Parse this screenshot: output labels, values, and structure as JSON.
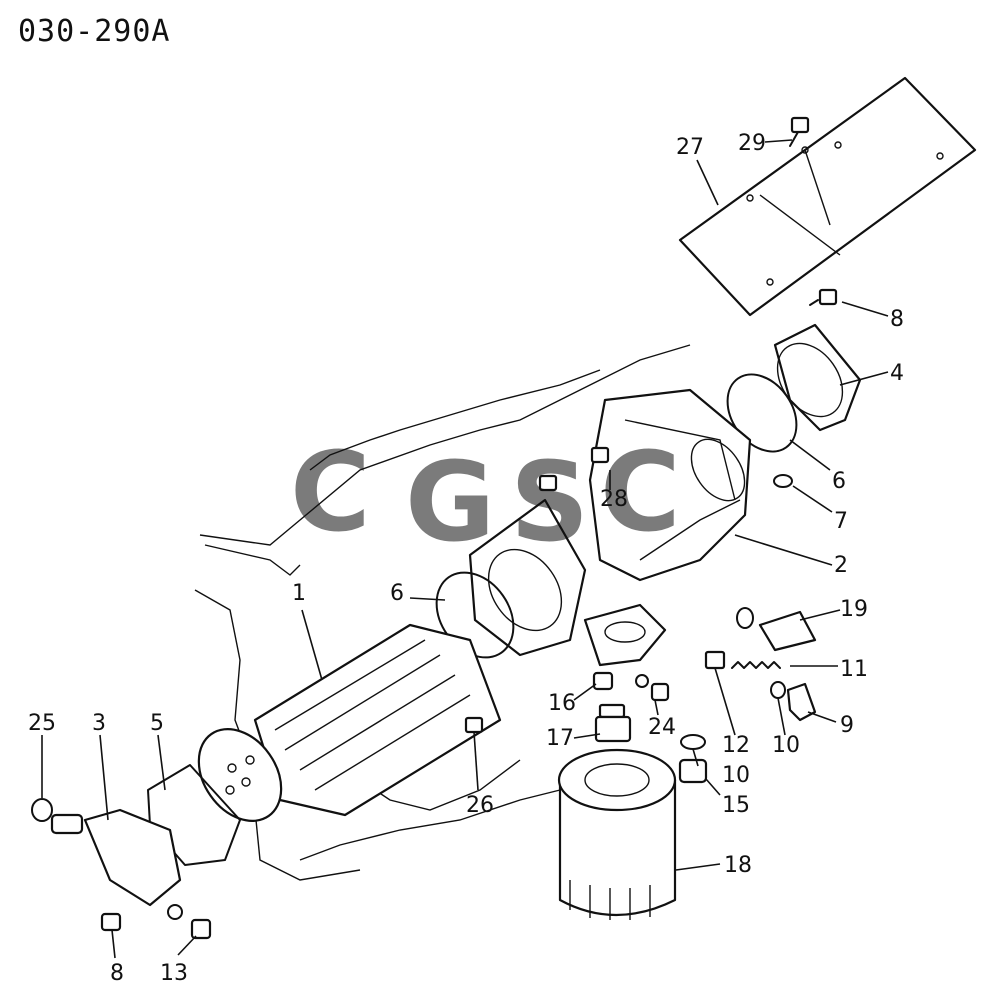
{
  "diagram_code": "030-290A",
  "watermark": {
    "letters": [
      "C",
      "G",
      "S",
      "C"
    ],
    "colors": [
      "#4f8ff7",
      "#ef5350",
      "#f6c12b",
      "#3aa76d"
    ]
  },
  "callouts": {
    "p27": "27",
    "p29": "29",
    "p8a": "8",
    "p4": "4",
    "p6a": "6",
    "p7": "7",
    "p2": "2",
    "p28": "28",
    "p6b": "6",
    "p1": "1",
    "p19": "19",
    "p11": "11",
    "p9": "9",
    "p10a": "10",
    "p12": "12",
    "p16": "16",
    "p24": "24",
    "p17": "17",
    "p10b": "10",
    "p15": "15",
    "p25": "25",
    "p3": "3",
    "p5": "5",
    "p26": "26",
    "p18": "18",
    "p8b": "8",
    "p13": "13"
  }
}
